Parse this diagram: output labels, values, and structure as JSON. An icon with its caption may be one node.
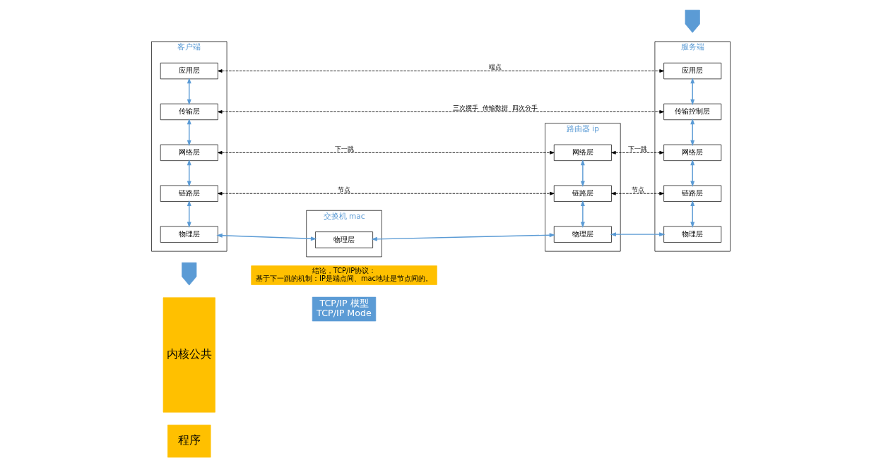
{
  "diagram": {
    "nodes": [
      {
        "text": [
          "TCP/IP 模型",
          "TCP/IP Mode"
        ]
      },
      {
        "text": [
          "结论，TCP/IP协议：",
          "基于下一跳的机制：IP是端点间、mac地址是节点间的。"
        ]
      },
      {
        "text": [
          "程序"
        ]
      },
      {
        "text": [
          "内核公共"
        ]
      },
      {
        "text": [],
        "shape": "person"
      },
      {
        "text": [
          "客户端"
        ]
      },
      {
        "text": [
          "应用层"
        ],
        "in": 5
      },
      {
        "text": [
          "传输层"
        ],
        "in": 5
      },
      {
        "text": [
          "网络层"
        ],
        "in": 5
      },
      {
        "text": [
          "链路层"
        ],
        "in": 5
      },
      {
        "text": [
          "物理层"
        ],
        "in": 5
      },
      {
        "text": [
          "交换机 mac"
        ]
      },
      {
        "text": [
          "物理层"
        ],
        "in": 11
      },
      {
        "text": [
          "路由器 ip"
        ]
      },
      {
        "text": [
          "网络层"
        ],
        "in": 13
      },
      {
        "text": [
          "链路层"
        ],
        "in": 13
      },
      {
        "text": [
          "物理层"
        ],
        "in": 13
      },
      {
        "text": [],
        "shape": "person"
      },
      {
        "text": [
          "服务端"
        ]
      },
      {
        "text": [
          "应用层"
        ],
        "in": 18
      },
      {
        "text": [
          "传输控制层"
        ],
        "in": 18
      },
      {
        "text": [
          "网络层"
        ],
        "in": 18
      },
      {
        "text": [
          "链路层"
        ],
        "in": 18
      },
      {
        "text": [
          "物理层"
        ],
        "in": 18
      }
    ],
    "edges": [
      {
        "from": 6,
        "to": 7,
        "arrow": "both"
      },
      {
        "from": 7,
        "to": 8,
        "arrow": "both"
      },
      {
        "from": 8,
        "to": 9,
        "arrow": "both"
      },
      {
        "from": 9,
        "to": 10,
        "arrow": "both"
      },
      {
        "from": 14,
        "to": 15,
        "arrow": "both"
      },
      {
        "from": 15,
        "to": 16,
        "arrow": "both"
      },
      {
        "from": 19,
        "to": 20,
        "arrow": "both"
      },
      {
        "from": 20,
        "to": 21,
        "arrow": "both"
      },
      {
        "from": 21,
        "to": 22,
        "arrow": "both"
      },
      {
        "from": 22,
        "to": 23,
        "arrow": "both"
      },
      {
        "from": 6,
        "to": 19,
        "arrow": "both",
        "label": "端点",
        "style": "dashed",
        "color": "#000000"
      },
      {
        "from": 7,
        "to": 20,
        "arrow": "both",
        "label": "三次握手  传输数据  四次分手",
        "style": "dashed",
        "color": "#000000"
      },
      {
        "from": 8,
        "to": 14,
        "arrow": "both",
        "label": "下一跳",
        "style": "dashed",
        "color": "#000000"
      },
      {
        "from": 14,
        "to": 21,
        "arrow": "both",
        "label": "下一跳",
        "style": "dashed",
        "color": "#000000"
      },
      {
        "from": 9,
        "to": 15,
        "arrow": "both",
        "label": "节点",
        "style": "dashed",
        "color": "#000000"
      },
      {
        "from": 15,
        "to": 22,
        "arrow": "both",
        "label": "节点",
        "style": "dashed",
        "color": "#000000"
      },
      {
        "from": 10,
        "to": 12,
        "arrow": "both"
      },
      {
        "from": 12,
        "to": 16,
        "arrow": "both"
      },
      {
        "from": 16,
        "to": 23,
        "arrow": "both"
      }
    ]
  }
}
